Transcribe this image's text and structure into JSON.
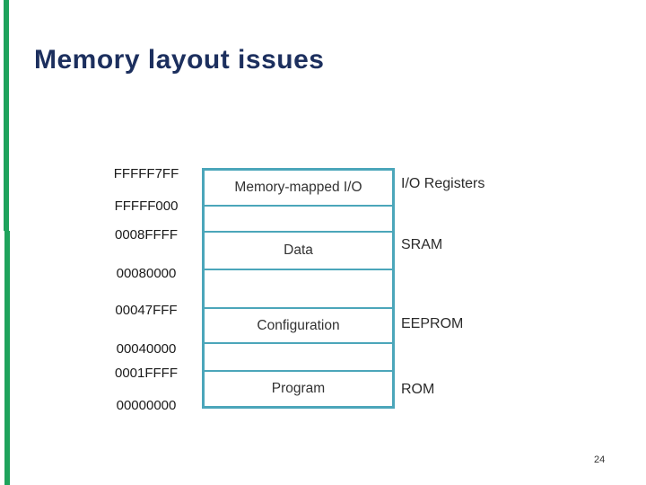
{
  "slide": {
    "title": "Memory layout issues",
    "page_number": "24"
  },
  "diagram": {
    "addresses": [
      "FFFFF7FF",
      "FFFFF000",
      "0008FFFF",
      "00080000",
      "00047FFF",
      "00040000",
      "0001FFFF",
      "00000000"
    ],
    "regions": [
      {
        "name": "Memory-mapped I/O",
        "memory_type": "I/O Registers"
      },
      {
        "name": "Data",
        "memory_type": "SRAM"
      },
      {
        "name": "Configuration",
        "memory_type": "EEPROM"
      },
      {
        "name": "Program",
        "memory_type": "ROM"
      }
    ]
  },
  "colors": {
    "title_text": "#1c2f5e",
    "accent_bar_green": "#1ea35c",
    "box_border_teal": "#4ba6ba",
    "body_text": "#333333"
  }
}
